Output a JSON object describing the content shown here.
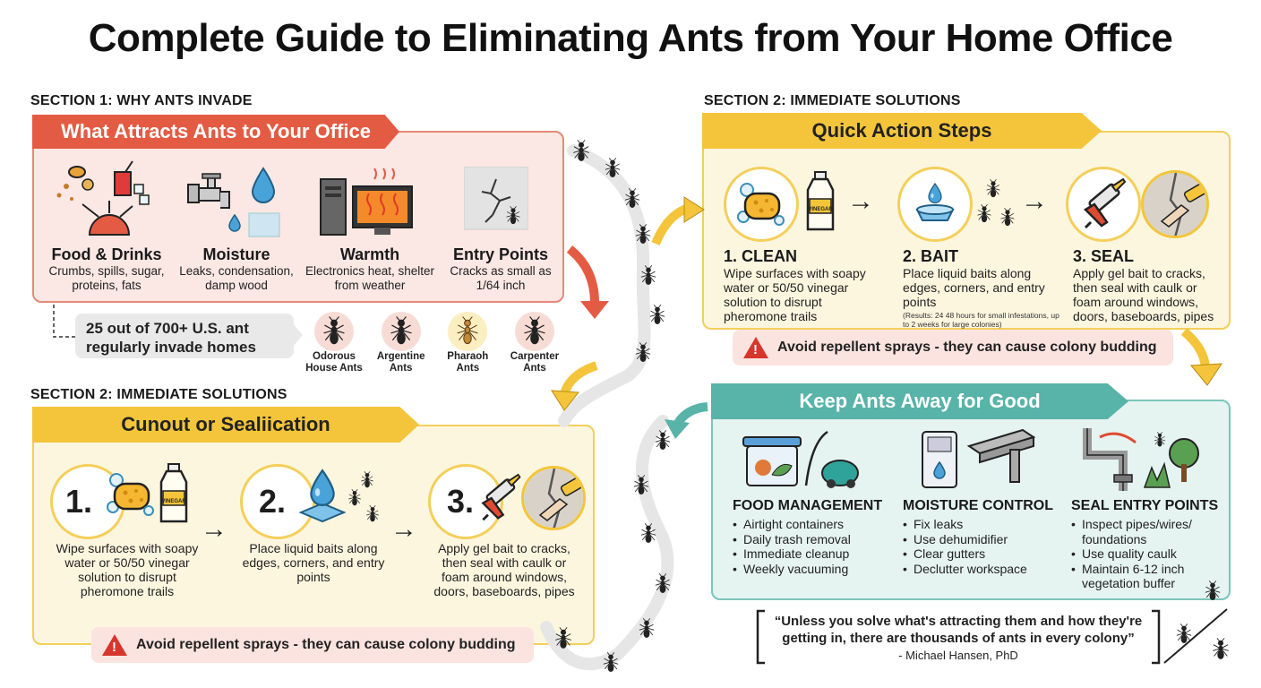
{
  "title": "Complete Guide to Eliminating Ants from Your Home Office",
  "section1": {
    "label": "SECTION 1: WHY ANTS INVADE",
    "banner": "What Attracts Ants to Your Office",
    "items": [
      {
        "title": "Food & Drinks",
        "text": "Crumbs, spills, sugar, proteins, fats"
      },
      {
        "title": "Moisture",
        "text": "Leaks, condensation, damp wood"
      },
      {
        "title": "Warmth",
        "text": "Electronics heat, shelter from weather"
      },
      {
        "title": "Entry Points",
        "text": "Cracks as small as 1/64 inch"
      }
    ],
    "stat": "25 out of 700+ U.S. ant regularly invade homes",
    "ants": [
      "Odorous House Ants",
      "Argentine Ants",
      "Pharaoh Ants",
      "Carpenter Ants"
    ]
  },
  "section2_right": {
    "label": "SECTION 2: IMMEDIATE SOLUTIONS",
    "banner": "Quick Action Steps",
    "steps": [
      {
        "title": "1. CLEAN",
        "text": "Wipe surfaces with soapy water or 50/50 vinegar solution to disrupt pheromone trails"
      },
      {
        "title": "2. BAIT",
        "text": "Place liquid baits along edges, corners, and entry points",
        "note": "(Results: 24 48 hours for small infestations, up to 2 weeks for large colonies)"
      },
      {
        "title": "3. SEAL",
        "text": "Apply gel bait to cracks, then seal with caulk or foam around windows, doors, baseboards, pipes"
      }
    ],
    "warning": "Avoid repellent sprays - they can cause colony budding",
    "bottle_label": "VINEGAR"
  },
  "section2_left": {
    "label": "SECTION 2: IMMEDIATE SOLUTIONS",
    "banner": "Cunout or Sealiication",
    "steps": [
      {
        "num": "1.",
        "text": "Wipe surfaces with soapy water or 50/50 vinegar solution to disrupt pheromone trails"
      },
      {
        "num": "2.",
        "text": "Place liquid baits along edges, corners, and entry points"
      },
      {
        "num": "3.",
        "text": "Apply gel bait to cracks, then seal with caulk or foam around windows, doors, baseboards, pipes"
      }
    ],
    "warning": "Avoid repellent sprays - they can cause colony budding",
    "bottle_label": "VINEGAR"
  },
  "keep_away": {
    "banner": "Keep Ants Away for Good",
    "groups": [
      {
        "title": "FOOD MANAGEMENT",
        "items": [
          "Airtight containers",
          "Daily trash removal",
          "Immediate cleanup",
          "Weekly vacuuming"
        ]
      },
      {
        "title": "MOISTURE CONTROL",
        "items": [
          "Fix leaks",
          "Use dehumidifier",
          "Clear gutters",
          "Declutter workspace"
        ]
      },
      {
        "title": "SEAL ENTRY POINTS",
        "items": [
          "Inspect pipes/wires/ foundations",
          "Use quality caulk",
          "Maintain 6-12 inch vegetation buffer"
        ]
      }
    ]
  },
  "quote": {
    "text": "“Unless you solve what's attracting them and how they're getting in, there are thousands of ants in every colony”",
    "author": "- Michael Hansen, PhD"
  },
  "colors": {
    "red": "#e45b43",
    "yellow": "#f4c53a",
    "teal": "#58b3a8",
    "warning": "#d6362c"
  }
}
